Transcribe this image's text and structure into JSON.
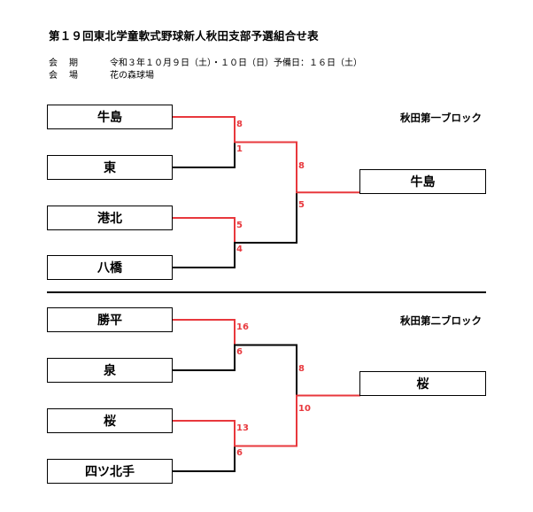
{
  "header": {
    "title": "第１９回東北学童軟式野球新人秋田支部予選組合せ表",
    "period_label": "会期",
    "period_value": "令和３年１０月９日（土）・１０日（日）予備日：１６日（土）",
    "venue_label": "会場",
    "venue_value": "花の森球場"
  },
  "colors": {
    "winner_line": "#e8383d",
    "loser_line": "#000000",
    "score": "#e8383d"
  },
  "blocks": [
    {
      "label": "秋田第一ブロック",
      "teams": [
        "牛島",
        "東",
        "港北",
        "八橋"
      ],
      "round1": [
        {
          "top_score": "8",
          "bottom_score": "1",
          "winner": "top"
        },
        {
          "top_score": "5",
          "bottom_score": "4",
          "winner": "top"
        }
      ],
      "final": {
        "top_score": "8",
        "bottom_score": "5",
        "winner": "top"
      },
      "champion": "牛島"
    },
    {
      "label": "秋田第二ブロック",
      "teams": [
        "勝平",
        "泉",
        "桜",
        "四ツ北手"
      ],
      "round1": [
        {
          "top_score": "16",
          "bottom_score": "6",
          "winner": "top"
        },
        {
          "top_score": "13",
          "bottom_score": "6",
          "winner": "top"
        }
      ],
      "final": {
        "top_score": "8",
        "bottom_score": "10",
        "winner": "bottom"
      },
      "champion": "桜"
    }
  ]
}
